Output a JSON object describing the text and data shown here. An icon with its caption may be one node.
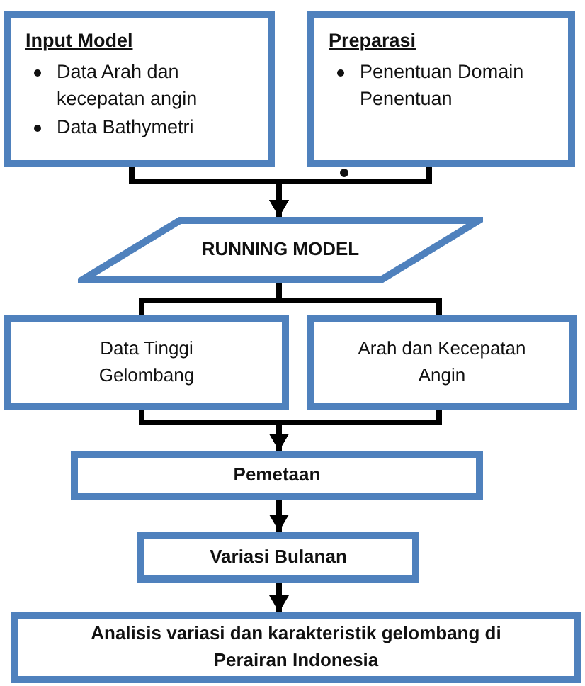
{
  "diagram": {
    "nodes": [
      {
        "text": [
          "Input Model",
          "Data Arah dan kecepatan angin",
          "Data Bathymetri"
        ]
      },
      {
        "text": [
          "Preparasi",
          "Penentuan Domain Penentuan"
        ]
      },
      {
        "text": [
          "RUNNING MODEL"
        ]
      },
      {
        "text": [
          "Data Tinggi Gelombang"
        ]
      },
      {
        "text": [
          "Arah dan Kecepatan Angin"
        ]
      },
      {
        "text": [
          "Pemetaan"
        ]
      },
      {
        "text": [
          "Variasi Bulanan"
        ]
      },
      {
        "text": [
          "Analisis variasi dan karakteristik gelombang di Perairan Indonesia"
        ]
      }
    ],
    "edges": [
      {
        "from": 0,
        "to": 2,
        "arrow": "to"
      },
      {
        "from": 1,
        "to": 2,
        "arrow": "to"
      },
      {
        "from": 2,
        "to": 3,
        "arrow": "none"
      },
      {
        "from": 2,
        "to": 4,
        "arrow": "none"
      },
      {
        "from": 3,
        "to": 5,
        "arrow": "to"
      },
      {
        "from": 4,
        "to": 5,
        "arrow": "to"
      },
      {
        "from": 5,
        "to": 6,
        "arrow": "to"
      },
      {
        "from": 6,
        "to": 7,
        "arrow": "to"
      }
    ]
  }
}
